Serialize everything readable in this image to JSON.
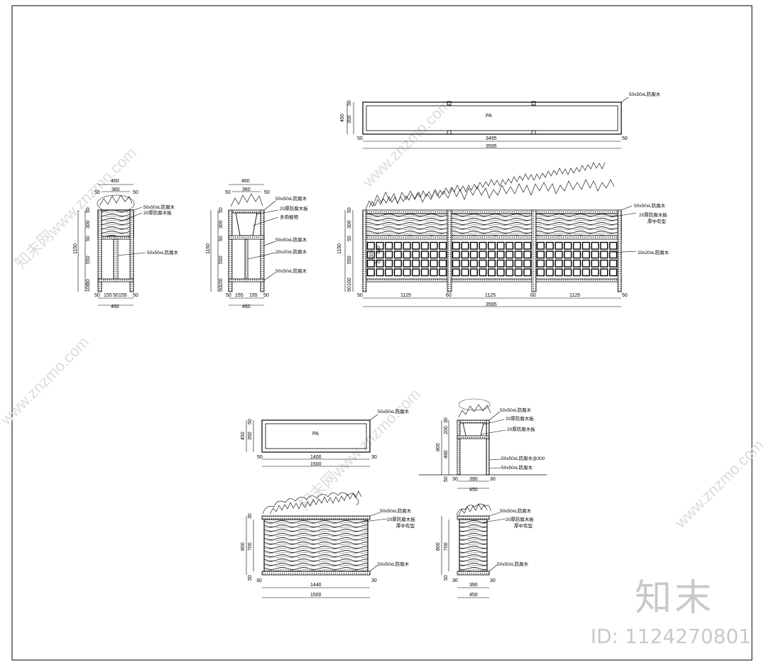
{
  "brand_text": "知末",
  "image_id": "ID: 1124270801",
  "top_plan": {
    "name": "PA",
    "label_frame": "50x50xL防腐木",
    "dims": {
      "d450": "450",
      "d350": "350",
      "d50a": "50",
      "d50b": "50",
      "d50c": "50",
      "w3495": "3495",
      "w3595": "3595",
      "d50d": "50"
    }
  },
  "left_side": {
    "labels": [
      "50x50xL防腐木",
      "20厚防腐木板",
      "50x50xL防腐木"
    ],
    "dims": {
      "w460a": "460",
      "w360": "360",
      "w50a": "50",
      "w50b": "50",
      "h1150": "1150",
      "h300": "300",
      "h550": "550",
      "h50a": "50",
      "h50b": "50",
      "h50c": "50",
      "h100": "100",
      "h50d": "50",
      "b155": "155",
      "b50": "50",
      "b155b": "155",
      "b50b": "50",
      "w460b": "460",
      "b50c": "50"
    }
  },
  "mid_side": {
    "labels": [
      "50x50xL防腐木",
      "20厚防腐木板",
      "多肉植物",
      "50x50xL防腐木",
      "20x20xL防腐木",
      "50x50xL防腐木"
    ],
    "dims": {
      "w460a": "460",
      "w360": "360",
      "w50a": "50",
      "w50b": "50",
      "h1150": "1150",
      "h300": "300",
      "h550": "550",
      "h50a": "50",
      "h50b": "50",
      "h100": "100",
      "h50c": "50",
      "b155": "155",
      "b50": "50",
      "b155b": "155",
      "b50b": "50",
      "w460b": "460"
    }
  },
  "long_elev": {
    "labels": [
      "50x50xL防腐木",
      "20厚防腐木板",
      "厚中有型",
      "20x20xL防腐木"
    ],
    "dims": {
      "h1150": "1150",
      "h300": "300",
      "h550": "550",
      "h50a": "50",
      "h50b": "50",
      "h100": "100",
      "h50c": "50",
      "g110": "110",
      "g120": "120",
      "g20": "20",
      "s1125a": "1125",
      "s1125b": "1125",
      "s1125c": "1125",
      "w3595": "3595",
      "e50a": "50",
      "e60a": "60",
      "e60b": "60",
      "e50b": "50"
    }
  },
  "small_plan": {
    "name": "PA",
    "label_frame": "50x50xL防腐木",
    "dims": {
      "d450": "450",
      "d350": "350",
      "d50a": "50",
      "d50b": "50",
      "w1400": "1400",
      "w1500": "1500",
      "e50a": "50",
      "e30": "30"
    }
  },
  "small_side_frame": {
    "labels": [
      "50x50xL防腐木",
      "20厚防腐木板",
      "20厚防腐木板",
      "50x50xL防腐木@300",
      "50x50xL防腐木"
    ],
    "dims": {
      "h800": "800",
      "h480": "480",
      "h200": "200",
      "h30a": "30",
      "h50": "50",
      "h30b": "30",
      "w390": "390",
      "w450": "450",
      "e30": "30"
    }
  },
  "small_front": {
    "labels": [
      "50x50xL防腐木",
      "20厚防腐木板",
      "厚中有型",
      "50x50xL防腐木"
    ],
    "dims": {
      "h800": "800",
      "h700": "700",
      "h50": "50",
      "h30a": "30",
      "w1440": "1440",
      "w1500": "1500",
      "e30a": "30",
      "e30b": "30",
      "e50": "50"
    }
  },
  "small_end": {
    "labels": [
      "50x50xL防腐木",
      "20厚防腐木板",
      "厚中有型",
      "50x50xL防腐木"
    ],
    "dims": {
      "h800": "800",
      "h700": "700",
      "h50": "50",
      "w390": "390",
      "w450": "450",
      "e30a": "30",
      "e30b": "30",
      "e50": "50"
    }
  },
  "watermarks": [
    "www.znzmo.com",
    "知末网www.znzmo.com",
    "www.znzmo.com",
    "知末网www.znzmo.com",
    "www.znzmo.com"
  ]
}
